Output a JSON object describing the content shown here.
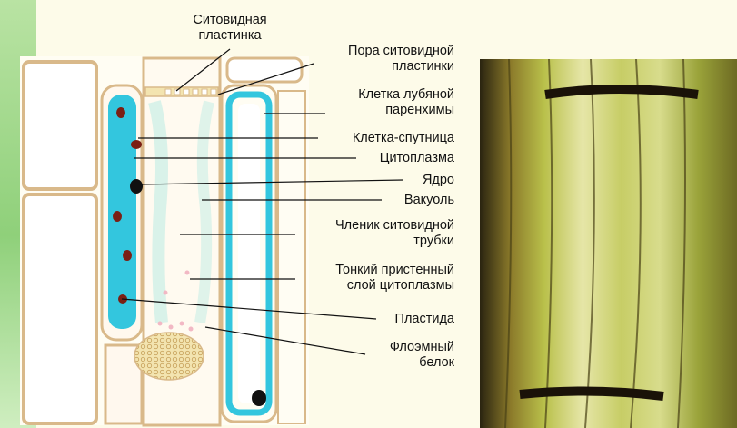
{
  "labels": {
    "sieve_plate": [
      "Ситовидная",
      "пластинка"
    ],
    "sieve_plate_pore": [
      "Пора ситовидной",
      "пластинки"
    ],
    "phloem_parenchyma_cell": [
      "Клетка лубяной",
      "паренхимы"
    ],
    "companion_cell": "Клетка-спутница",
    "cytoplasm": "Цитоплазма",
    "nucleus": "Ядро",
    "vacuole": "Вакуоль",
    "sieve_tube_member": [
      "Членик ситовидной",
      "трубки"
    ],
    "thin_parietal_layer": [
      "Тонкий пристенный",
      "слой цитоплазмы"
    ],
    "plastid": "Пластида",
    "phloem_protein": [
      "Флоэмный",
      "белок"
    ]
  },
  "colors": {
    "cell_wall": "#d9b98a",
    "cytoplasm": "#33c6de",
    "nucleus_dark": "#7b1f14",
    "nucleus_black": "#111111",
    "pale_background": "#fdfbe9",
    "leader_line": "#111111"
  }
}
